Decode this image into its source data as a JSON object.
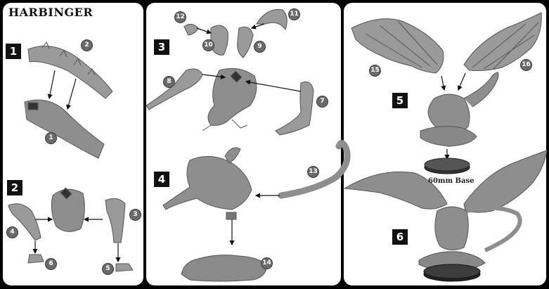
{
  "title": "HARBINGER",
  "steps": [
    "1",
    "2",
    "3",
    "4",
    "5",
    "6"
  ],
  "parts": [
    "1",
    "2",
    "3",
    "4",
    "5",
    "6",
    "7",
    "8",
    "9",
    "10",
    "11",
    "12",
    "13",
    "14",
    "15",
    "16"
  ],
  "base_label": "60mm Base",
  "colors": {
    "frame": "#000000",
    "panel": "#ffffff",
    "part": "#9a9a9a",
    "badge": "#111111",
    "callout": "#6b6b6b"
  }
}
